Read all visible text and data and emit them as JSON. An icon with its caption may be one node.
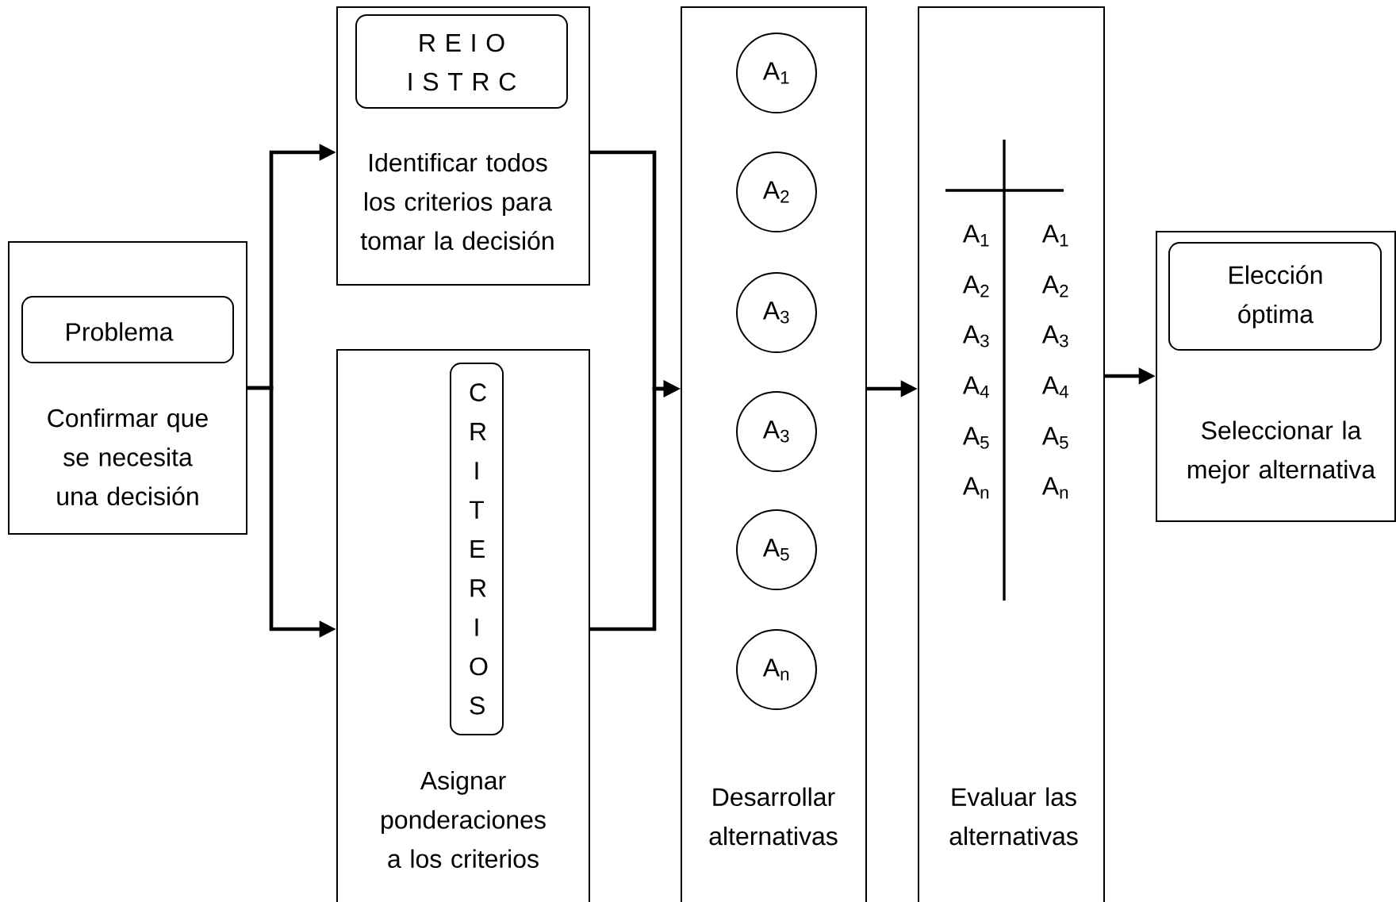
{
  "diagram": {
    "nodes": [
      {
        "text": [
          "Confirmar que se necesita una decisión"
        ]
      },
      {
        "text": [
          "Problema"
        ],
        "in": 0
      },
      {
        "text": [
          "Identificar todos los criterios para tomar la decisión"
        ]
      },
      {
        "text": [
          "R E I O",
          "I S T R C"
        ],
        "in": 2
      },
      {
        "text": [
          "Asignar ponderaciones a los criterios"
        ]
      },
      {
        "text": [
          "C R I T E R I O S"
        ],
        "in": 4
      },
      {
        "text": [
          "Desarrollar alternativas"
        ]
      },
      {
        "text": [
          "A$_{1}$"
        ],
        "in": 6
      },
      {
        "text": [
          "A$_{2}$"
        ],
        "in": 6
      },
      {
        "text": [
          "A$_{3}$"
        ],
        "in": 6
      },
      {
        "text": [
          "A$_{3}$"
        ],
        "in": 6
      },
      {
        "text": [
          "A$_{5}$"
        ],
        "in": 6
      },
      {
        "text": [
          "A$_{n}$"
        ],
        "in": 6
      },
      {
        "text": [
          "Evaluar las alternativas"
        ]
      },
      {
        "text": [
          "Seleccionar la mejor alternativa"
        ]
      },
      {
        "text": [
          "Elección óptima"
        ],
        "in": 14
      }
    ],
    "edges": [
      {
        "from": 0,
        "to": 2,
        "arrow": "to"
      },
      {
        "from": 0,
        "to": 4,
        "arrow": "to"
      },
      {
        "from": 2,
        "to": 6,
        "arrow": "to"
      },
      {
        "from": 4,
        "to": 6,
        "arrow": "to"
      },
      {
        "from": 6,
        "to": 13,
        "arrow": "to"
      },
      {
        "from": 13,
        "to": 14,
        "arrow": "to"
      }
    ],
    "labels": [
      "A$_{1}$",
      "A$_{1}$",
      "A$_{2}$",
      "A$_{2}$",
      "A$_{3}$",
      "A$_{3}$",
      "A$_{4}$",
      "A$_{4}$",
      "A$_{5}$",
      "A$_{5}$",
      "A$_{n}$",
      "A$_{n}$"
    ]
  }
}
